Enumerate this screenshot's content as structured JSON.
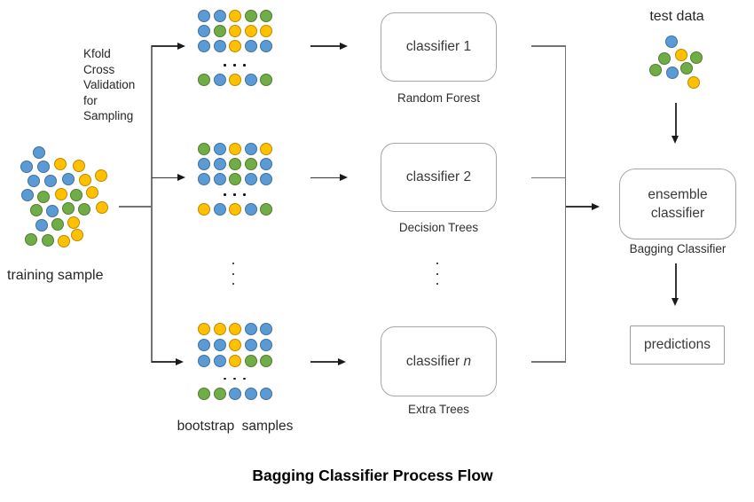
{
  "title": "Bagging Classifier Process Flow",
  "labels": {
    "kfold": "Kfold\nCross\nValidation\nfor\nSampling",
    "training_sample": "training sample",
    "bootstrap_samples": "bootstrap samples",
    "test_data": "test data",
    "ensemble": "ensemble\nclassifier",
    "ensemble_sublabel": "Bagging Classifier",
    "predictions": "predictions"
  },
  "classifiers": [
    {
      "label_prefix": "classifier",
      "label_suffix": "1",
      "sublabel": "Random Forest"
    },
    {
      "label_prefix": "classifier",
      "label_suffix": "2",
      "sublabel": "Decision Trees"
    },
    {
      "label_prefix": "classifier",
      "label_suffix": "n",
      "sublabel": "Extra Trees"
    }
  ],
  "colors": {
    "blue": "#5B9BD5",
    "blue_border": "#41719C",
    "yellow": "#FFC000",
    "yellow_border": "#BC8C00",
    "green": "#70AD47",
    "green_border": "#507E32",
    "connector": "#737373",
    "arrow": "#363636",
    "box_border": "#a6a6a6"
  },
  "training_cluster": [
    [
      44,
      172,
      "b"
    ],
    [
      30,
      188,
      "b"
    ],
    [
      49,
      188,
      "b"
    ],
    [
      68,
      185,
      "y"
    ],
    [
      89,
      187,
      "y"
    ],
    [
      38,
      204,
      "b"
    ],
    [
      57,
      204,
      "b"
    ],
    [
      77,
      202,
      "b"
    ],
    [
      96,
      203,
      "y"
    ],
    [
      114,
      198,
      "y"
    ],
    [
      31,
      220,
      "b"
    ],
    [
      49,
      222,
      "g"
    ],
    [
      69,
      219,
      "y"
    ],
    [
      86,
      220,
      "g"
    ],
    [
      104,
      217,
      "y"
    ],
    [
      41,
      237,
      "g"
    ],
    [
      59,
      238,
      "b"
    ],
    [
      77,
      235,
      "g"
    ],
    [
      95,
      236,
      "g"
    ],
    [
      115,
      234,
      "y"
    ],
    [
      47,
      254,
      "b"
    ],
    [
      65,
      253,
      "g"
    ],
    [
      83,
      251,
      "y"
    ],
    [
      35,
      270,
      "g"
    ],
    [
      54,
      271,
      "g"
    ],
    [
      72,
      272,
      "y"
    ],
    [
      87,
      265,
      "y"
    ]
  ],
  "test_cluster": [
    [
      757,
      47,
      "b"
    ],
    [
      749,
      66,
      "g"
    ],
    [
      768,
      62,
      "y"
    ],
    [
      785,
      65,
      "g"
    ],
    [
      739,
      79,
      "g"
    ],
    [
      758,
      82,
      "b"
    ],
    [
      774,
      77,
      "g"
    ],
    [
      782,
      93,
      "y"
    ]
  ],
  "bootstrap_grids": [
    {
      "rows": [
        [
          "b",
          "b",
          "y",
          "g",
          "g"
        ],
        [
          "b",
          "g",
          "y",
          "y",
          "y"
        ],
        [
          "b",
          "b",
          "y",
          "b",
          "b"
        ]
      ],
      "last_row": [
        "g",
        "b",
        "y",
        "b",
        "g"
      ]
    },
    {
      "rows": [
        [
          "g",
          "b",
          "y",
          "b",
          "y"
        ],
        [
          "b",
          "b",
          "g",
          "g",
          "b"
        ],
        [
          "b",
          "b",
          "g",
          "b",
          "b"
        ]
      ],
      "last_row": [
        "y",
        "b",
        "y",
        "b",
        "g"
      ]
    },
    {
      "rows": [
        [
          "y",
          "y",
          "y",
          "b",
          "b"
        ],
        [
          "b",
          "b",
          "y",
          "b",
          "b"
        ],
        [
          "b",
          "b",
          "y",
          "g",
          "g"
        ]
      ],
      "last_row": [
        "g",
        "g",
        "b",
        "b",
        "b"
      ]
    }
  ]
}
